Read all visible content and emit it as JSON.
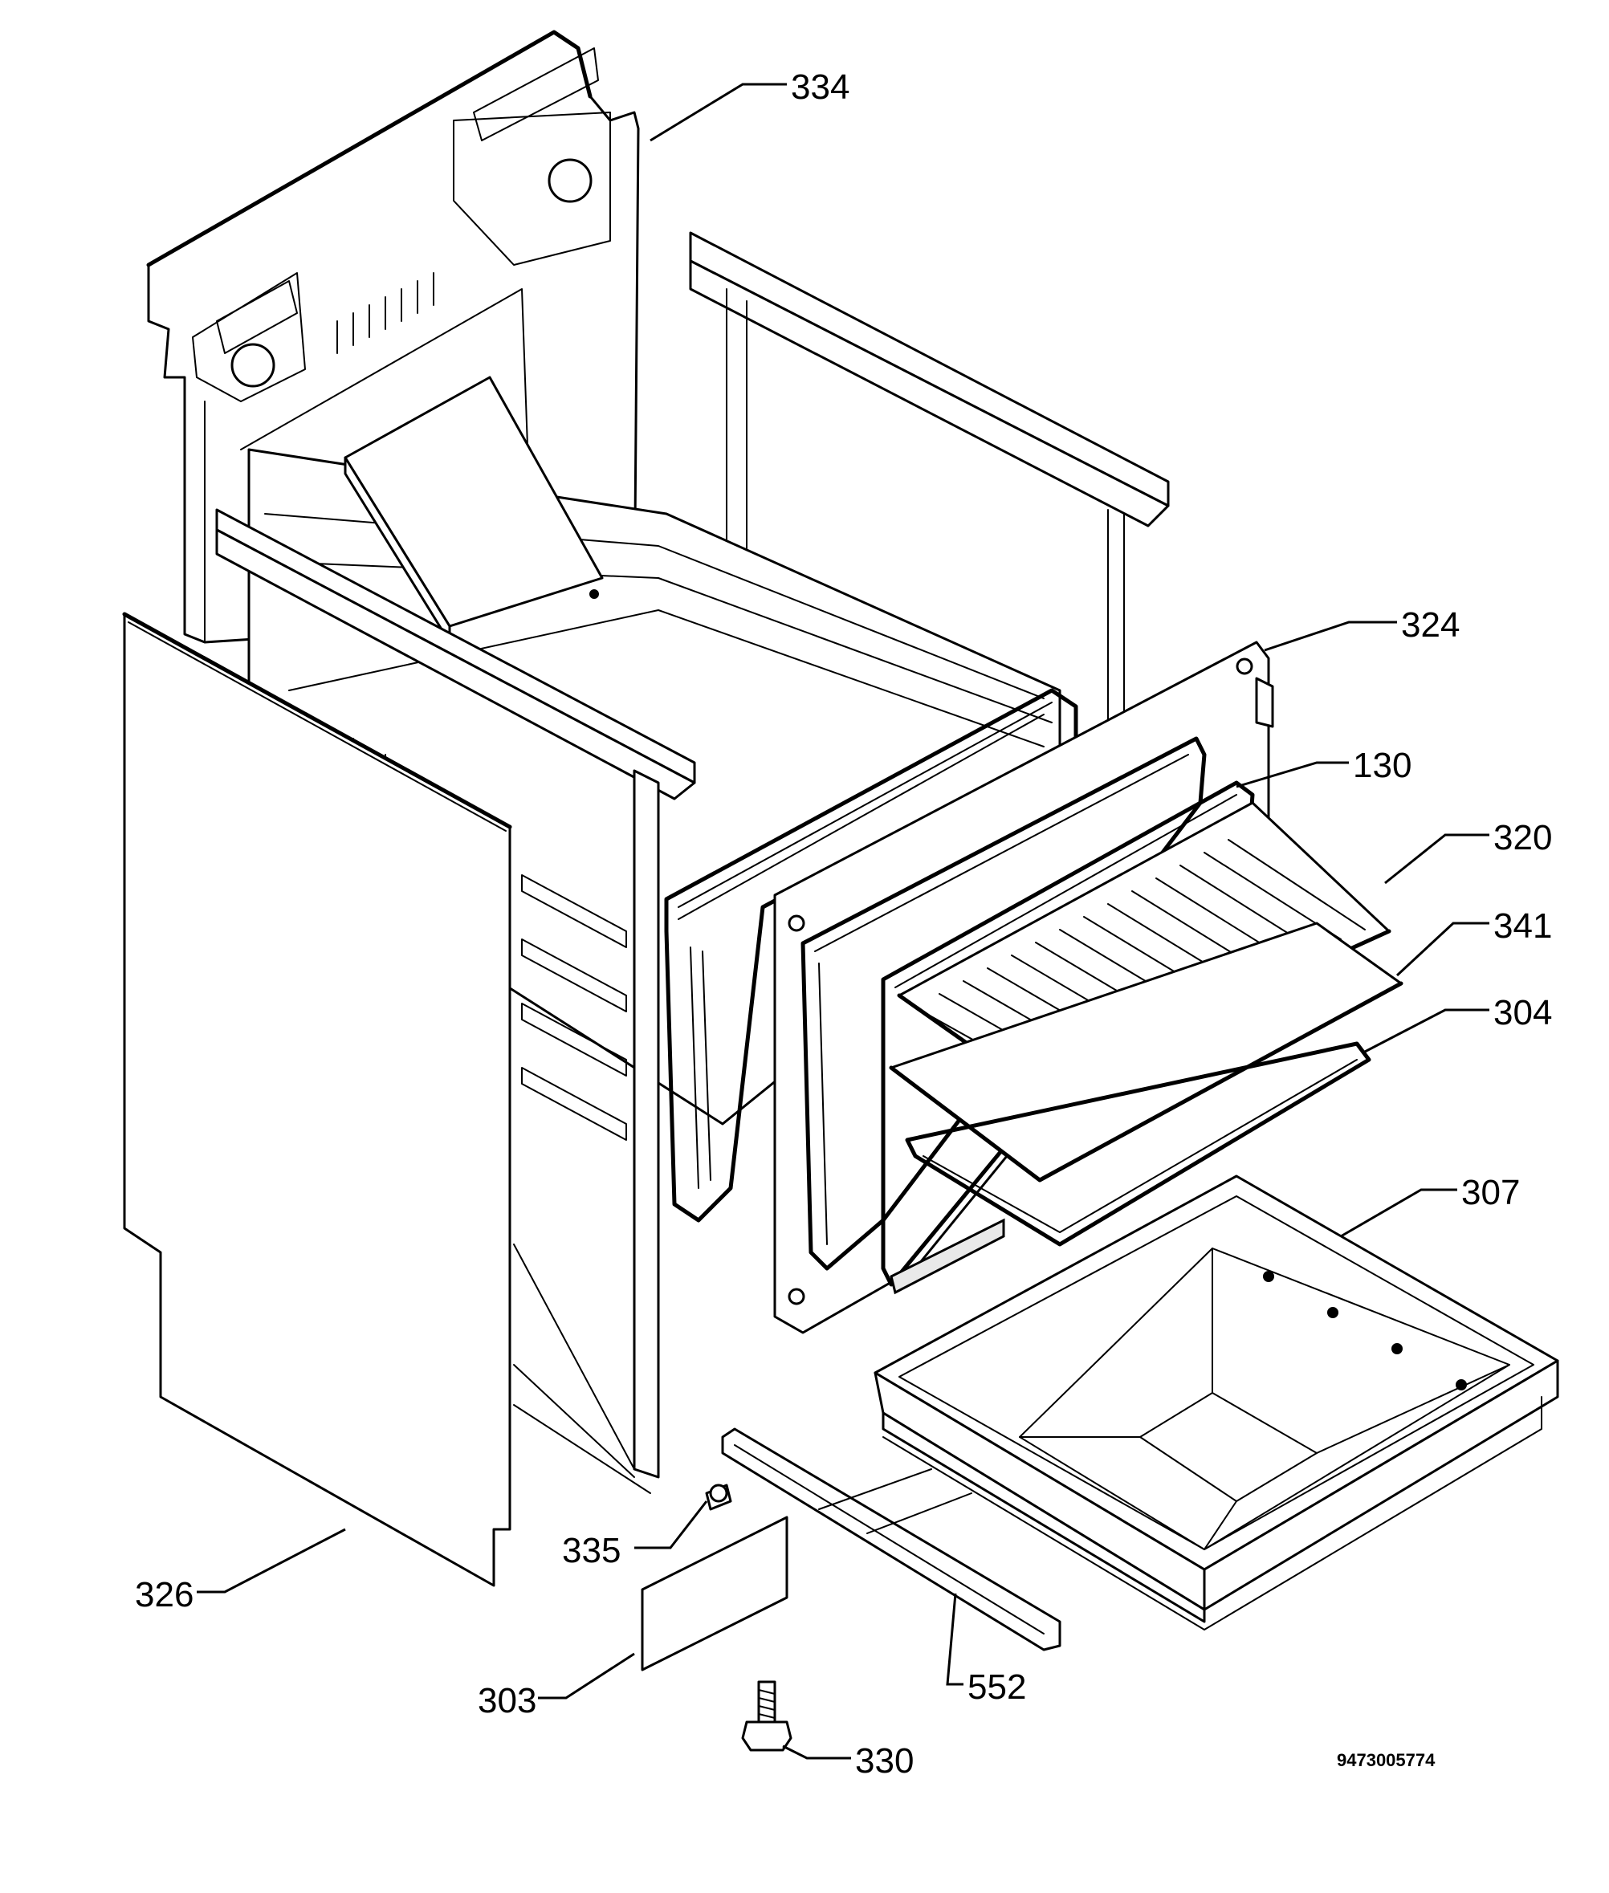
{
  "diagram": {
    "callouts": [
      {
        "id": "334",
        "label": "334"
      },
      {
        "id": "324",
        "label": "324"
      },
      {
        "id": "130",
        "label": "130"
      },
      {
        "id": "320",
        "label": "320"
      },
      {
        "id": "341",
        "label": "341"
      },
      {
        "id": "304",
        "label": "304"
      },
      {
        "id": "307",
        "label": "307"
      },
      {
        "id": "335",
        "label": "335"
      },
      {
        "id": "326",
        "label": "326"
      },
      {
        "id": "303",
        "label": "303"
      },
      {
        "id": "552",
        "label": "552"
      },
      {
        "id": "330",
        "label": "330"
      }
    ],
    "document_number": "9473005774"
  },
  "colors": {
    "line": "#000000",
    "background": "#ffffff",
    "shade": "#e9e9e9"
  }
}
